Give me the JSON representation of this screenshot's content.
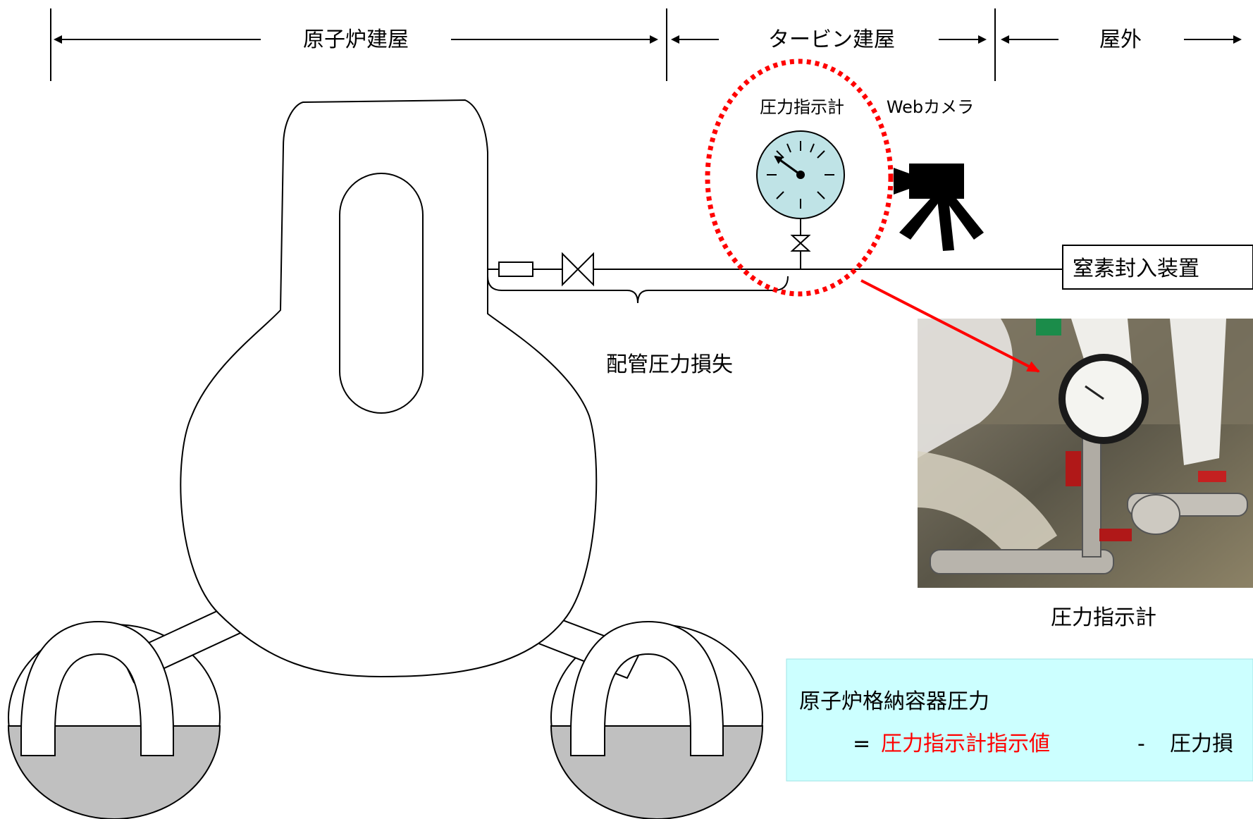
{
  "zones": {
    "reactor_building": "原子炉建屋",
    "turbine_building": "タービン建屋",
    "outdoor": "屋外"
  },
  "labels": {
    "pressure_gauge": "圧力指示計",
    "web_camera": "Webカメラ",
    "nitrogen_injection": "窒素封入装置",
    "pipe_pressure_loss": "配管圧力損失",
    "photo_caption": "圧力指示計"
  },
  "formula": {
    "line1": "原子炉格納容器圧力",
    "equals": "=",
    "term_red": "圧力指示計指示値",
    "minus": "-",
    "term_black": "圧力損"
  },
  "colors": {
    "highlight_red": "#ff0000",
    "gauge_fill": "#bfe3e6",
    "formula_box": "#ccffff",
    "water": "#c0c0c0"
  },
  "icons": {
    "gauge": "pressure-gauge-icon",
    "valve": "gate-valve-icon",
    "camera": "video-camera-icon"
  }
}
